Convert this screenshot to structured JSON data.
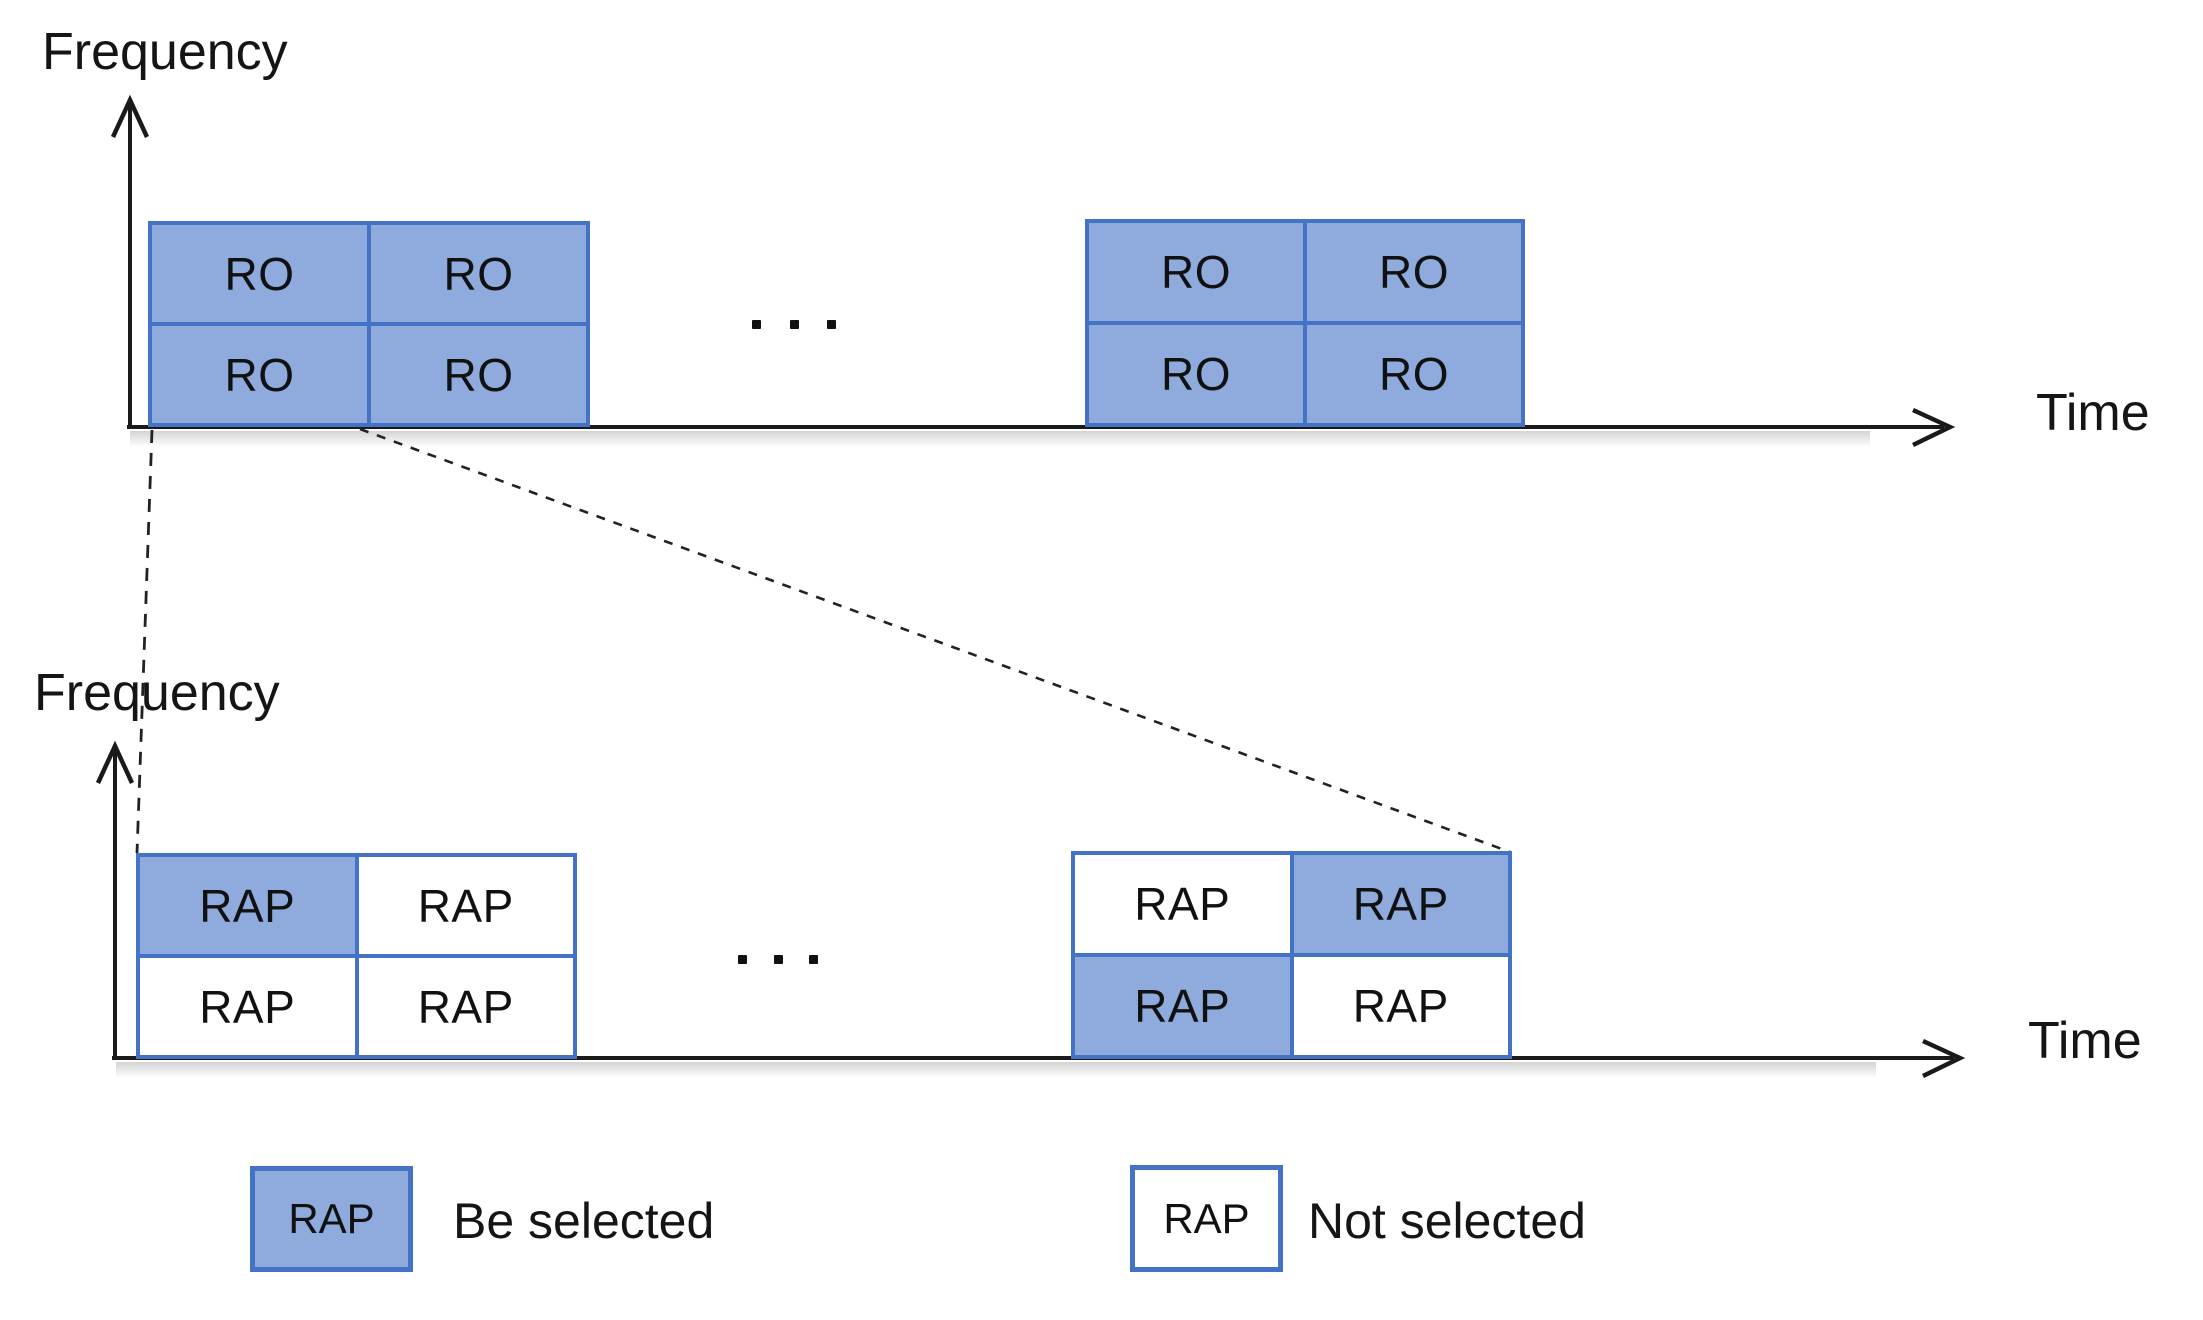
{
  "figure": {
    "colors": {
      "selected_fill": "#8FAADC",
      "unselected_fill": "#FFFFFF",
      "border": "#4472C4",
      "axis": "#1A1A1A"
    },
    "top_chart": {
      "frequency_label": "Frequency",
      "time_label": "Time",
      "ellipsis": "...",
      "groups": [
        {
          "name": "ro-group-1",
          "cells": [
            {
              "label": "RO",
              "selected": true
            },
            {
              "label": "RO",
              "selected": true
            },
            {
              "label": "RO",
              "selected": true
            },
            {
              "label": "RO",
              "selected": true
            }
          ]
        },
        {
          "name": "ro-group-2",
          "cells": [
            {
              "label": "RO",
              "selected": true
            },
            {
              "label": "RO",
              "selected": true
            },
            {
              "label": "RO",
              "selected": true
            },
            {
              "label": "RO",
              "selected": true
            }
          ]
        }
      ]
    },
    "bottom_chart": {
      "frequency_label": "Frequency",
      "time_label": "Time",
      "ellipsis": "...",
      "groups": [
        {
          "name": "rap-group-1",
          "cells": [
            {
              "label": "RAP",
              "selected": true
            },
            {
              "label": "RAP",
              "selected": false
            },
            {
              "label": "RAP",
              "selected": false
            },
            {
              "label": "RAP",
              "selected": false
            }
          ]
        },
        {
          "name": "rap-group-2",
          "cells": [
            {
              "label": "RAP",
              "selected": false
            },
            {
              "label": "RAP",
              "selected": true
            },
            {
              "label": "RAP",
              "selected": true
            },
            {
              "label": "RAP",
              "selected": false
            }
          ]
        }
      ]
    },
    "legend": {
      "items": [
        {
          "box_label": "RAP",
          "selected": true,
          "label": "Be selected"
        },
        {
          "box_label": "RAP",
          "selected": false,
          "label": "Not selected"
        }
      ]
    }
  }
}
